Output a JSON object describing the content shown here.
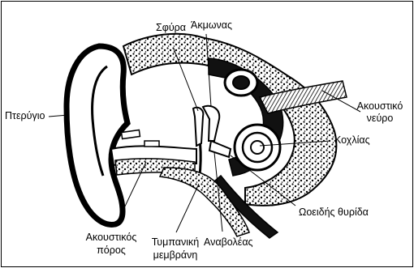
{
  "labels": {
    "sfyra": "Σφύρα",
    "akmonas": "Άκμωνας",
    "pterygio": "Πτερύγιο",
    "akoustiko_neyro_line1": "Ακουστικό",
    "akoustiko_neyro_line2": "νεύρο",
    "kochlias": "Κοχλίας",
    "oeidis_thyrida": "Ωοειδής θυρίδα",
    "akoustikos_poros_line1": "Ακουστικός",
    "akoustikos_poros_line2": "πόρος",
    "tympaniki_line1": "Τυμπανική",
    "tympaniki_line2": "μεμβράνη",
    "anavoleas": "Αναβολέας"
  },
  "colors": {
    "ink": "#000000",
    "paper": "#ffffff",
    "bone_fill": "#6f6f6f"
  }
}
